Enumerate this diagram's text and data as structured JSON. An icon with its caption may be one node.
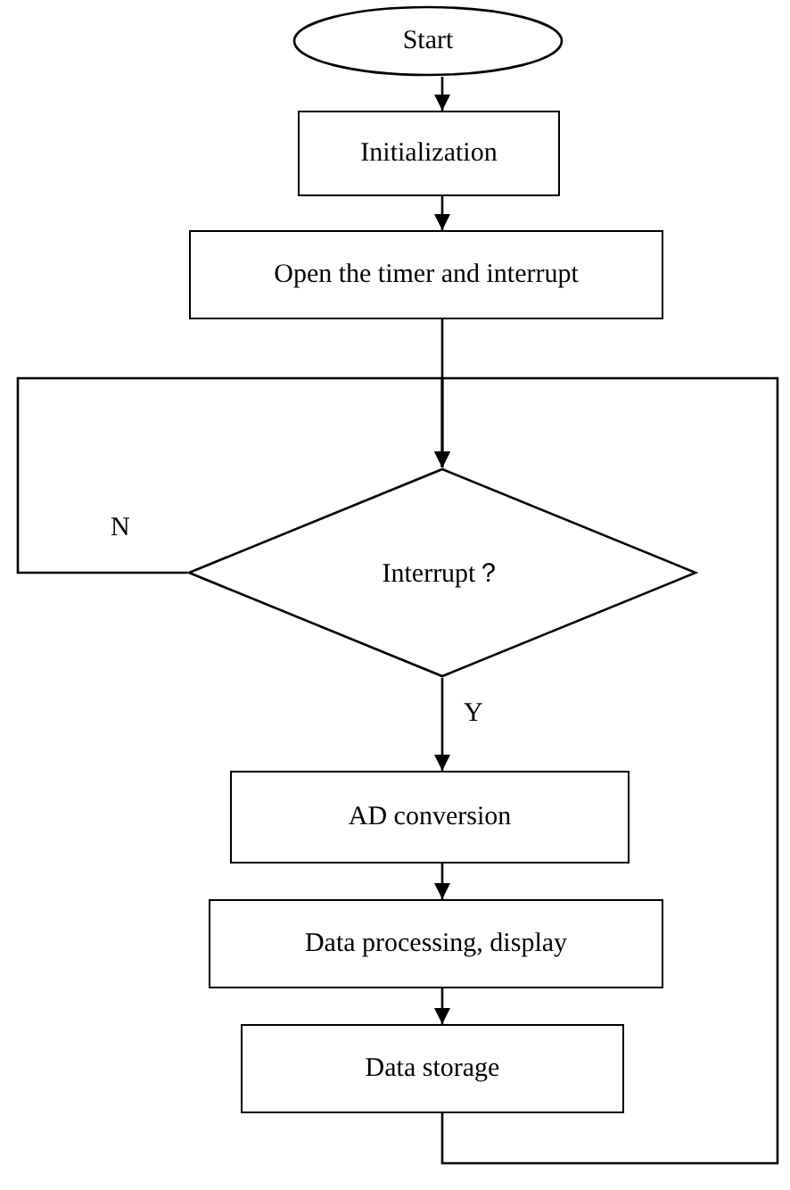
{
  "diagram": {
    "nodes": [
      {
        "text": [
          "Start"
        ]
      },
      {
        "text": [
          "Initialization"
        ]
      },
      {
        "text": [
          "Open the timer and interrupt"
        ]
      },
      {
        "text": [
          "Interrupt？"
        ]
      },
      {
        "text": [
          "AD conversion"
        ]
      },
      {
        "text": [
          "Data processing, display"
        ]
      },
      {
        "text": [
          "Data storage"
        ]
      }
    ],
    "edges": [
      {
        "from": 0,
        "to": 1,
        "arrow": "to"
      },
      {
        "from": 1,
        "to": 2,
        "arrow": "to"
      },
      {
        "from": 2,
        "to": 3,
        "arrow": "to"
      },
      {
        "from": 3,
        "to": 3,
        "arrow": "to",
        "label": "N"
      },
      {
        "from": 3,
        "to": 4,
        "arrow": "to",
        "label": "Y"
      },
      {
        "from": 4,
        "to": 5,
        "arrow": "to"
      },
      {
        "from": 5,
        "to": 6,
        "arrow": "to"
      },
      {
        "from": 6,
        "to": 3,
        "arrow": "to"
      }
    ]
  }
}
